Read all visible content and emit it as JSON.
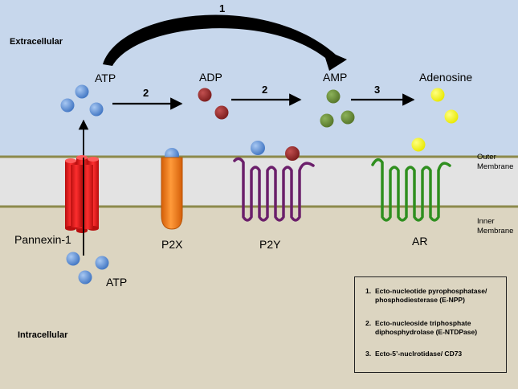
{
  "regions": {
    "extracellular": "Extracellular",
    "intracellular": "Intracellular",
    "outer_membrane": [
      "Outer",
      "Membrane"
    ],
    "inner_membrane": [
      "Inner",
      "Membrane"
    ]
  },
  "molecules": {
    "atp_top": "ATP",
    "adp": "ADP",
    "amp": "AMP",
    "adenosine": "Adenosine",
    "atp_bottom": "ATP"
  },
  "steps": {
    "top": "1",
    "atp_to_adp": "2",
    "adp_to_amp": "2",
    "amp_to_adenosine": "3"
  },
  "receptors": {
    "pannexin": "Pannexin-1",
    "p2x": "P2X",
    "p2y": "P2Y",
    "ar": "AR"
  },
  "legend": [
    {
      "num": "1.",
      "lines": [
        "Ecto-nucleotide pyrophosphatase/",
        "phosphodiesterase (E-NPP)"
      ]
    },
    {
      "num": "2.",
      "lines": [
        "Ecto-nucleoside triphosphate",
        "diphosphydrolase (E-NTDPase)"
      ]
    },
    {
      "num": "3.",
      "lines": [
        "Ecto-5’-nuclrotidase/ CD73"
      ]
    }
  ],
  "colors": {
    "extracellular_bg": "#c7d7ec",
    "intracellular_bg": "#dcd5c1",
    "membrane": "#e3e3e3",
    "membrane_edge": "#8c8a4c",
    "atp": "#5b8fd6",
    "adp": "#962a2a",
    "amp": "#6a8f3a",
    "adenosine": "#f0f000",
    "pannexin": "#e01818",
    "p2x": "#f07a14",
    "p2y": "#6b1f6b",
    "ar": "#2f8f1f"
  }
}
